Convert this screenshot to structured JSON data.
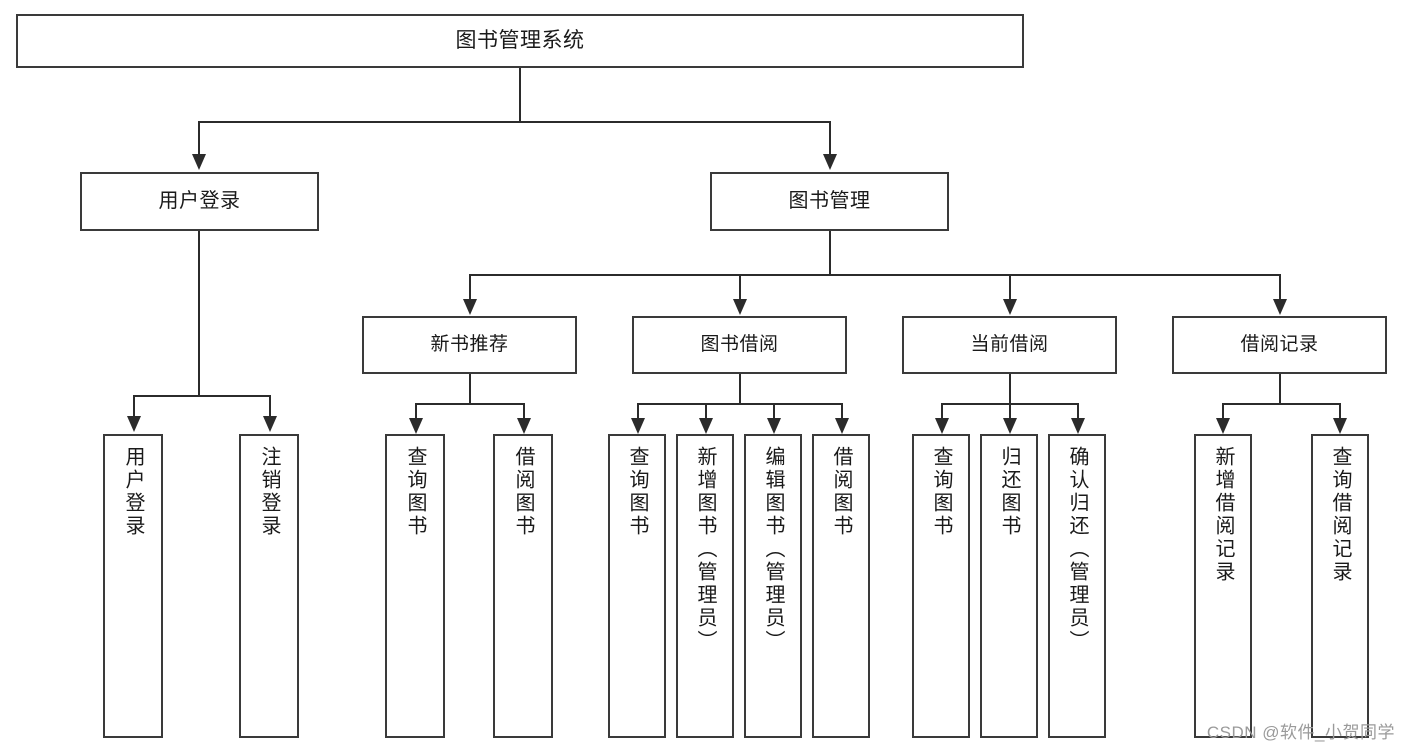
{
  "diagram": {
    "type": "tree",
    "title": "图书管理系统",
    "watermark": "CSDN @软件_小贺同学",
    "colors": {
      "background": "#ffffff",
      "node_border": "#3a3a3a",
      "node_fill": "#ffffff",
      "connector": "#2b2b2b",
      "text": "#1a1a1a",
      "watermark": "#9a9a9a"
    },
    "root": {
      "label": "图书管理系统"
    },
    "level1": [
      {
        "label": "用户登录"
      },
      {
        "label": "图书管理"
      }
    ],
    "level2": [
      {
        "label": "新书推荐"
      },
      {
        "label": "图书借阅"
      },
      {
        "label": "当前借阅"
      },
      {
        "label": "借阅记录"
      }
    ],
    "leaves": {
      "user_login": [
        {
          "label": "用户登录"
        },
        {
          "label": "注销登录"
        }
      ],
      "new_book_recommend": [
        {
          "label": "查询图书"
        },
        {
          "label": "借阅图书"
        }
      ],
      "book_borrow": [
        {
          "label": "查询图书"
        },
        {
          "label": "新增图书（管理员）"
        },
        {
          "label": "编辑图书（管理员）"
        },
        {
          "label": "借阅图书"
        }
      ],
      "current_borrow": [
        {
          "label": "查询图书"
        },
        {
          "label": "归还图书"
        },
        {
          "label": "确认归还（管理员）"
        }
      ],
      "borrow_record": [
        {
          "label": "新增借阅记录"
        },
        {
          "label": "查询借阅记录"
        }
      ]
    }
  }
}
